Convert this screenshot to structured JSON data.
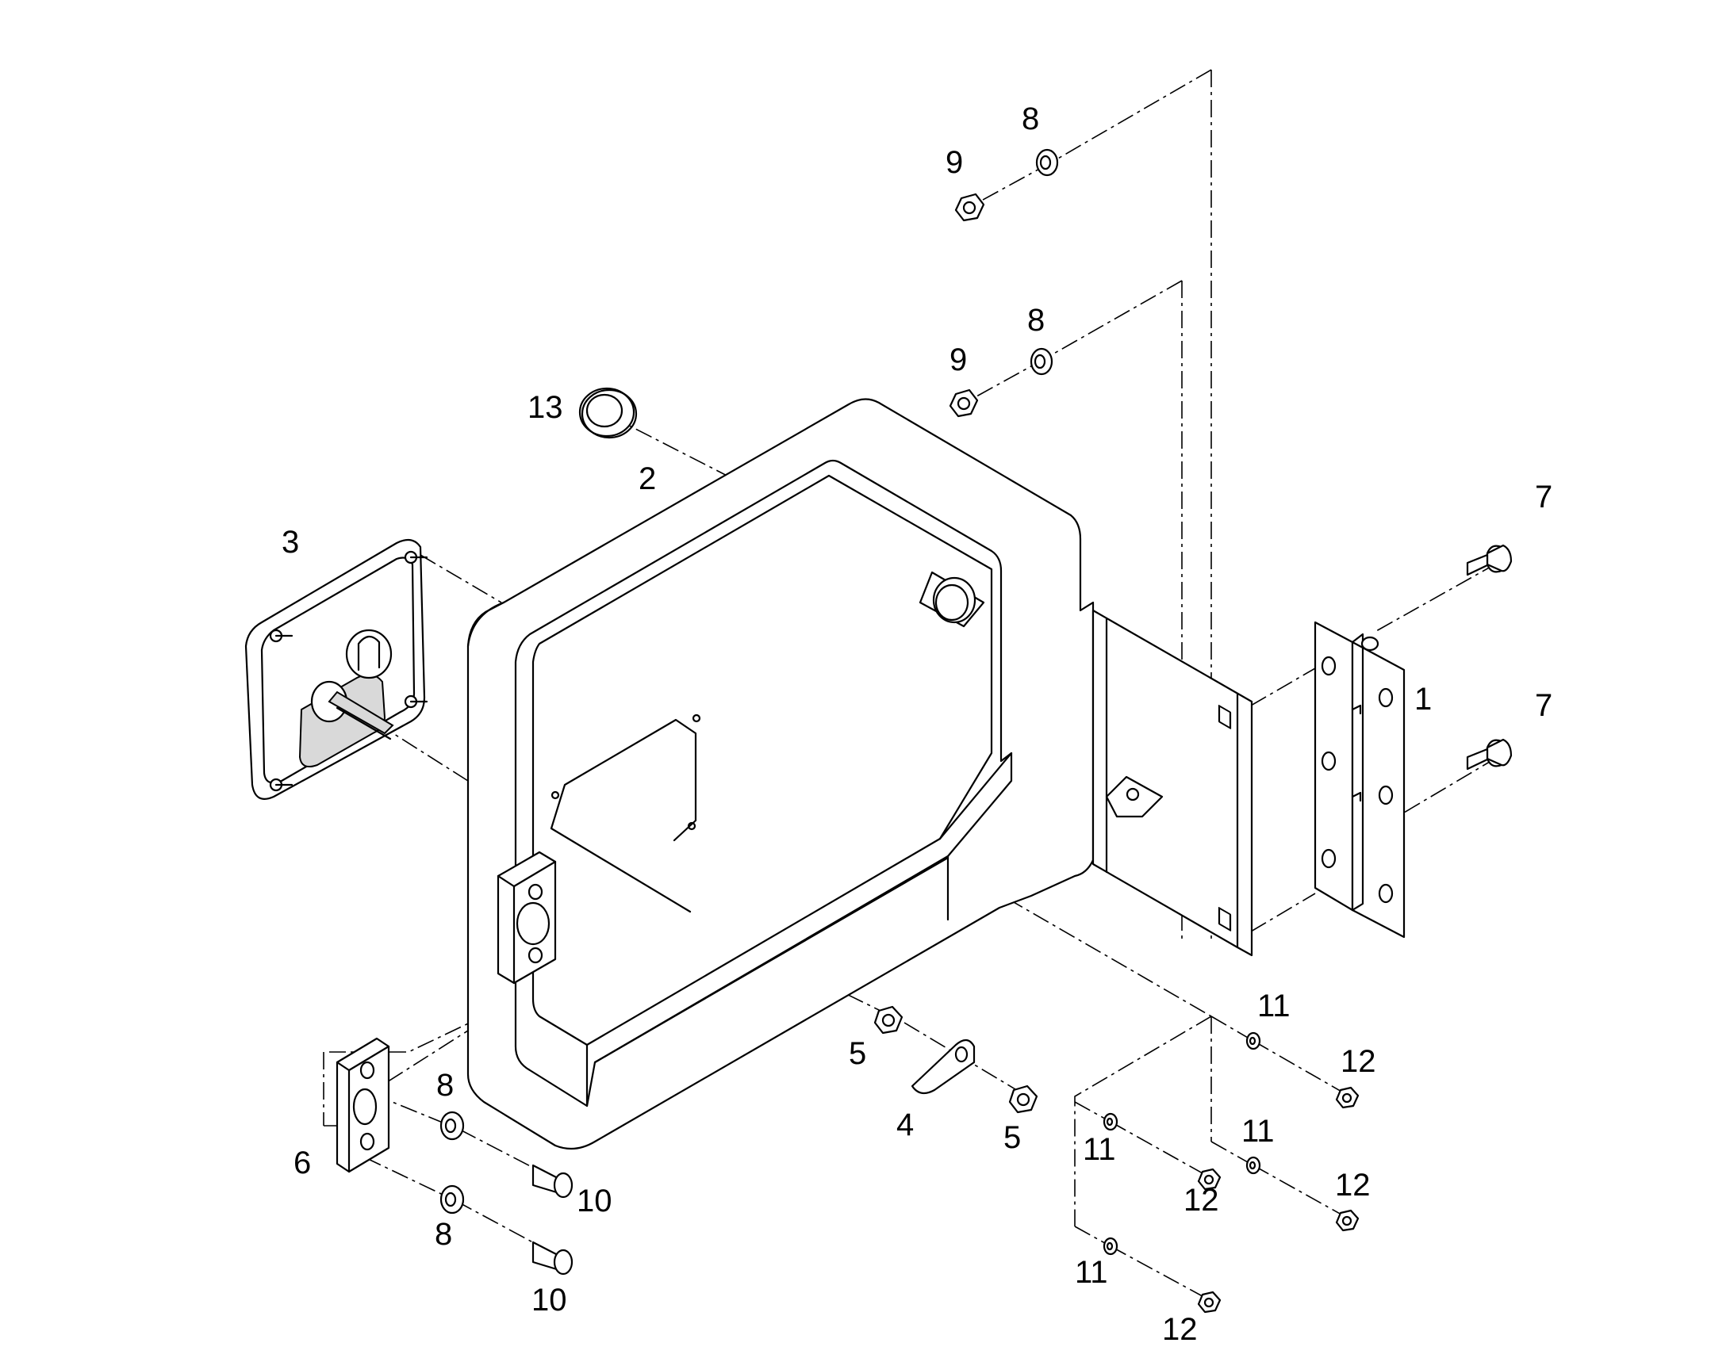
{
  "callouts": {
    "c1": "1",
    "c2": "2",
    "c3": "3",
    "c4": "4",
    "c5a": "5",
    "c5b": "5",
    "c6": "6",
    "c7a": "7",
    "c7b": "7",
    "c8a": "8",
    "c8b": "8",
    "c8c": "8",
    "c8d": "8",
    "c9a": "9",
    "c9b": "9",
    "c10a": "10",
    "c10b": "10",
    "c11a": "11",
    "c11b": "11",
    "c11c": "11",
    "c11d": "11",
    "c12a": "12",
    "c12b": "12",
    "c12c": "12",
    "c12d": "12",
    "c13": "13"
  }
}
